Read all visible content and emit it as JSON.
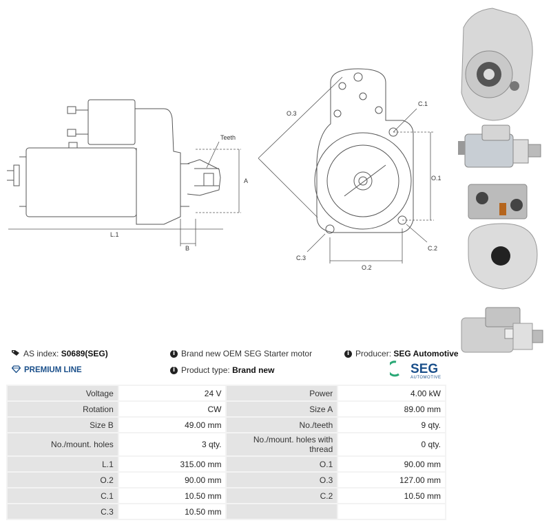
{
  "drawing": {
    "labels": {
      "teeth": "Teeth",
      "a": "A",
      "b": "B",
      "l1": "L.1",
      "o3": "O.3",
      "c1": "C.1",
      "o1": "O.1",
      "c2": "C.2",
      "c3": "C.3",
      "o2": "O.2"
    }
  },
  "info": {
    "as_index_label": "AS index:",
    "as_index_value": "S0689(SEG)",
    "premium_line": "PREMIUM LINE",
    "description": "Brand new OEM SEG Starter motor",
    "product_type_label": "Product type:",
    "product_type_value": "Brand new",
    "producer_label": "Producer:",
    "producer_value": "SEG Automotive"
  },
  "logo": {
    "wordmark": "SEG",
    "subtitle": "AUTOMOTIVE",
    "brand_color": "#1a4f8a",
    "accent_color": "#2aa876"
  },
  "specs": [
    [
      "Voltage",
      "24 V",
      "Power",
      "4.00 kW"
    ],
    [
      "Rotation",
      "CW",
      "Size A",
      "89.00 mm"
    ],
    [
      "Size B",
      "49.00 mm",
      "No./teeth",
      "9 qty."
    ],
    [
      "No./mount. holes",
      "3 qty.",
      "No./mount. holes with thread",
      "0 qty."
    ],
    [
      "L.1",
      "315.00 mm",
      "O.1",
      "90.00 mm"
    ],
    [
      "O.2",
      "90.00 mm",
      "O.3",
      "127.00 mm"
    ],
    [
      "C.1",
      "10.50 mm",
      "C.2",
      "10.50 mm"
    ],
    [
      "C.3",
      "10.50 mm",
      "",
      ""
    ]
  ]
}
